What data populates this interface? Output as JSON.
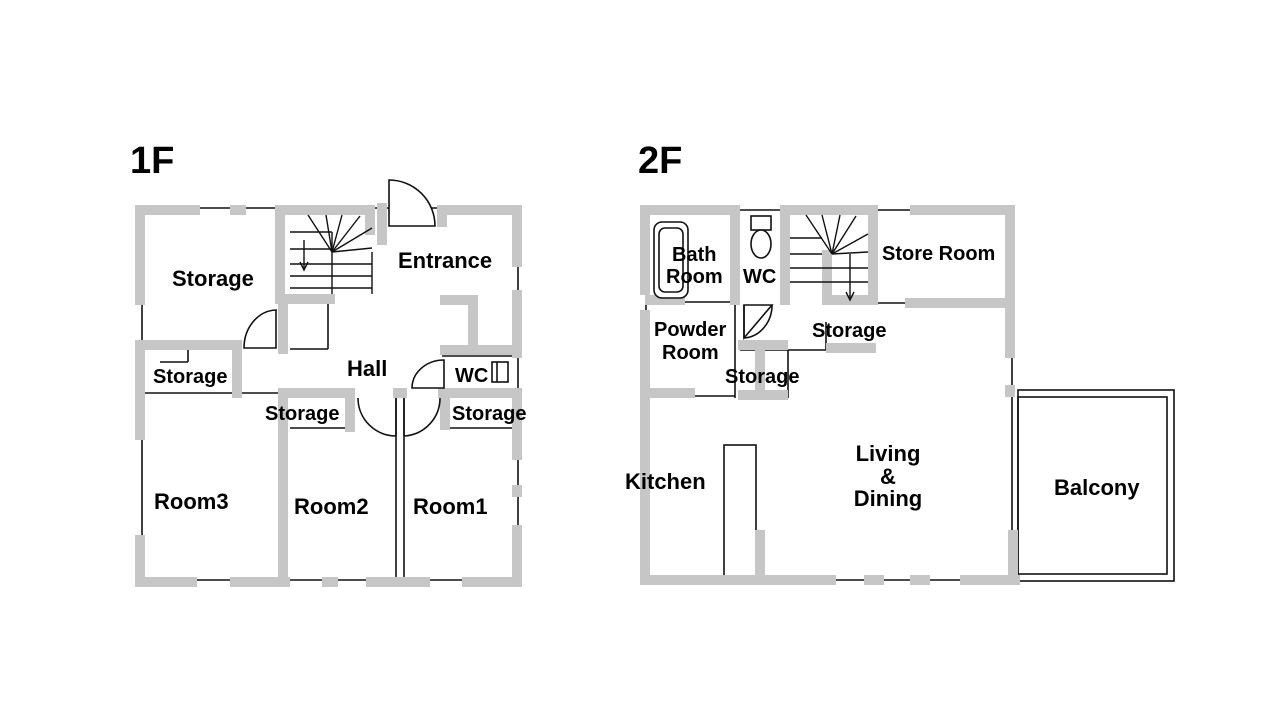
{
  "floors": [
    {
      "title": "1F",
      "rooms": {
        "storage_nw": "Storage",
        "entrance": "Entrance",
        "hall": "Hall",
        "storage_w": "Storage",
        "storage_mid": "Storage",
        "wc": "WC",
        "storage_e": "Storage",
        "room3": "Room3",
        "room2": "Room2",
        "room1": "Room1"
      }
    },
    {
      "title": "2F",
      "rooms": {
        "bath_1": "Bath",
        "bath_2": "Room",
        "wc": "WC",
        "store_room": "Store Room",
        "powder_1": "Powder",
        "powder_2": "Room",
        "storage_upper": "Storage",
        "storage_lower": "Storage",
        "kitchen": "Kitchen",
        "living_1": "Living",
        "living_2": "&",
        "living_3": "Dining",
        "balcony": "Balcony"
      }
    }
  ]
}
